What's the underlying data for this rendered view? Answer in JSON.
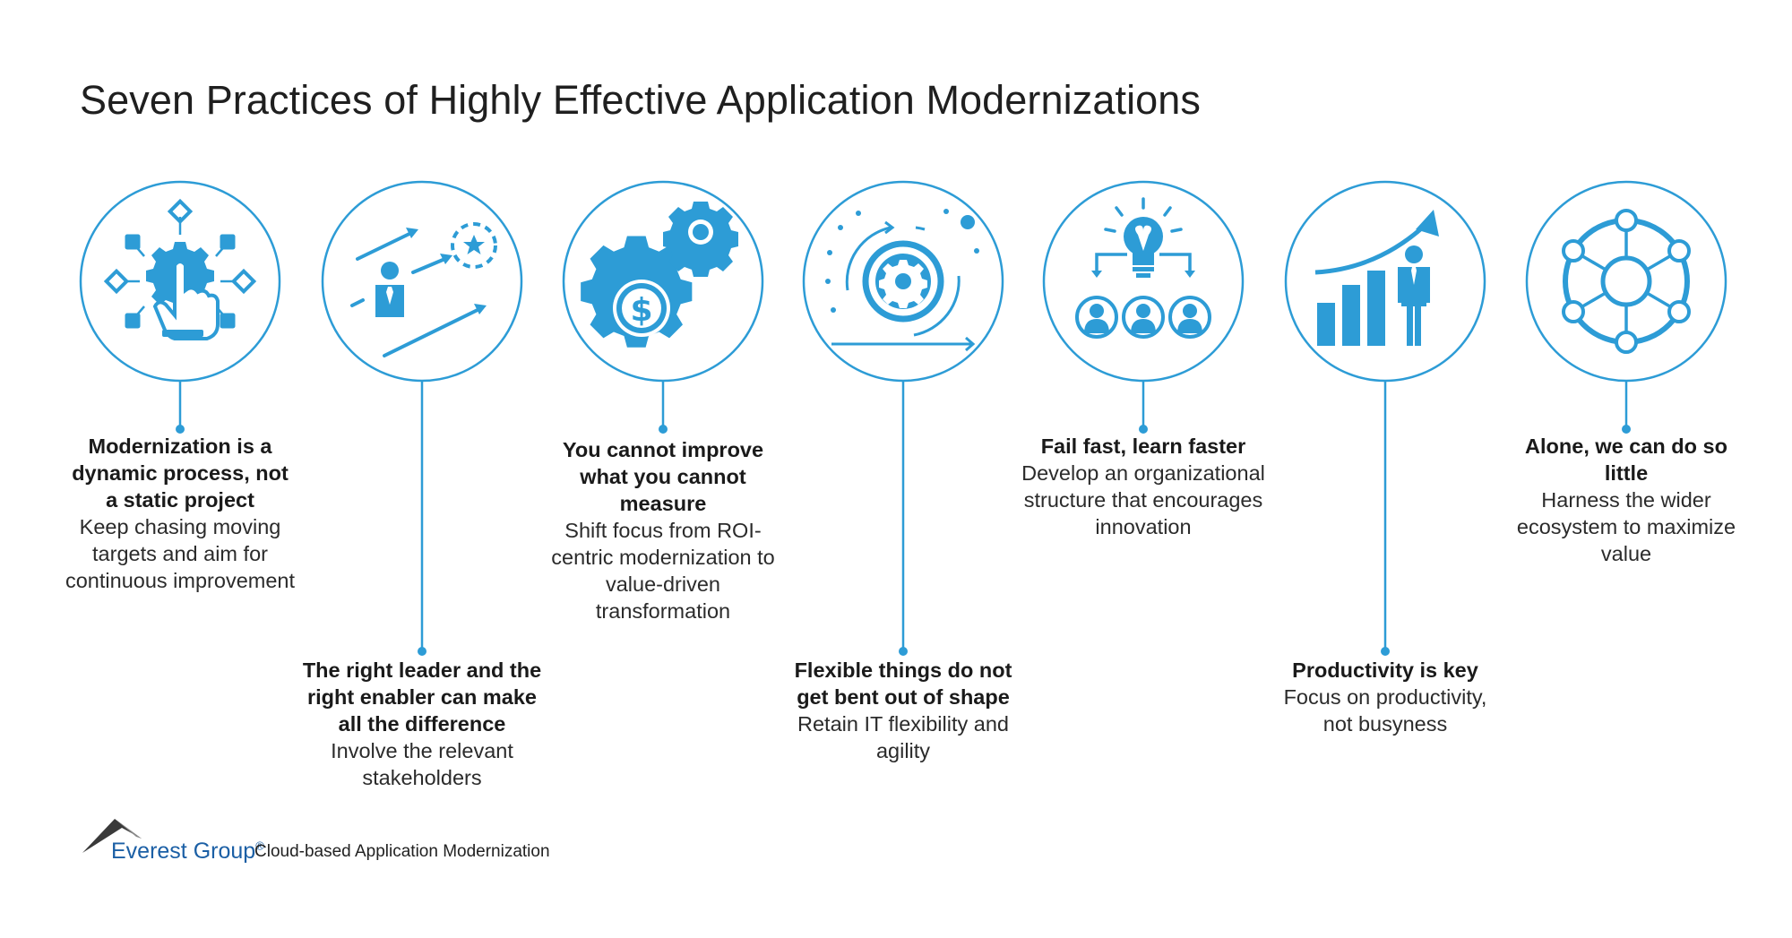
{
  "title": "Seven Practices of Highly Effective Application Modernizations",
  "accent_color": "#2d9cd6",
  "practices": [
    {
      "icon": "gear-click-icon",
      "heading": "Modernization is a dynamic process, not a static project",
      "description": "Keep chasing moving targets and aim for continuous improvement"
    },
    {
      "icon": "leader-arrows-icon",
      "heading": "The right leader and the right enabler can make all the difference",
      "description": "Involve the relevant stakeholders"
    },
    {
      "icon": "dollar-gears-icon",
      "heading": "You cannot improve what you cannot measure",
      "description": "Shift focus from ROI-centric modernization to value-driven transformation"
    },
    {
      "icon": "gear-cycle-icon",
      "heading": "Flexible things do not get bent out of shape",
      "description": "Retain IT flexibility and agility"
    },
    {
      "icon": "lightbulb-team-icon",
      "heading": "Fail fast, learn faster",
      "description": "Develop an organizational structure that encourages innovation"
    },
    {
      "icon": "growth-chart-person-icon",
      "heading": "Productivity is key",
      "description": "Focus on productivity, not busyness"
    },
    {
      "icon": "network-hub-icon",
      "heading": "Alone, we can do so little",
      "description": "Harness the wider ecosystem to maximize value"
    }
  ],
  "footer": {
    "brand": "Everest Group",
    "registered": "®",
    "subtitle": "Cloud-based Application Modernization"
  }
}
